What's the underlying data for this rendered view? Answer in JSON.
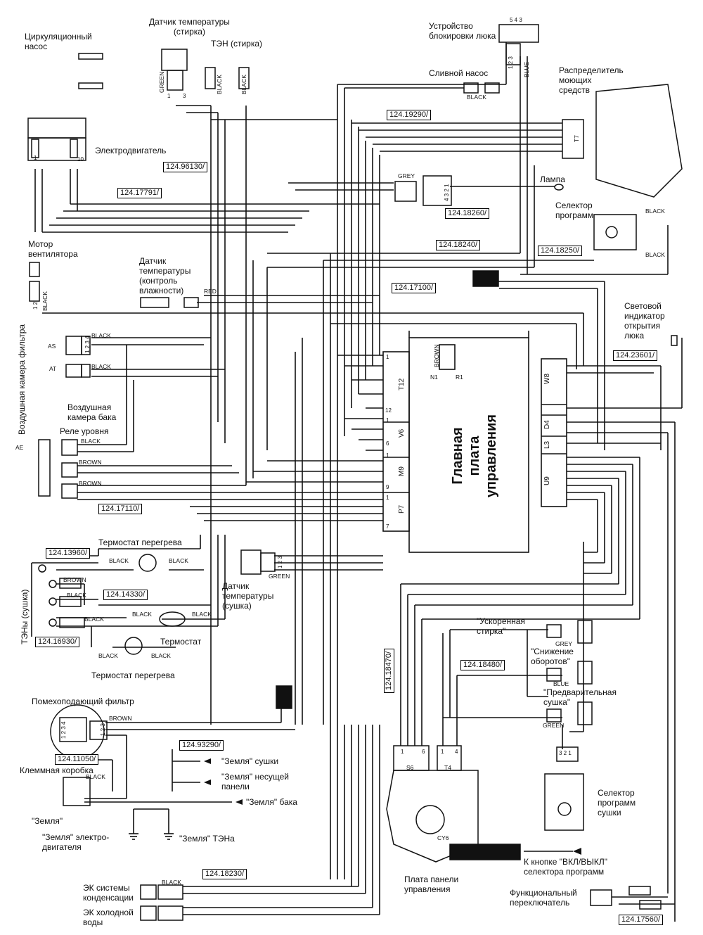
{
  "components": {
    "circ_pump": "Циркуляционный\nнасос",
    "temp_sensor_wash": "Датчик температуры\n(стирка)",
    "heater_wash": "ТЭН   (стирка)",
    "door_lock": "Устройство\nблокировки люка",
    "drain_pump": "Сливной насос",
    "detergent_dispenser": "Распределитель\nмоющих\nсредств",
    "motor": "Электродвигатель",
    "lamp": "Лампа",
    "program_selector": "Селектор\nпрограмм",
    "fan_motor": "Мотор\nвентилятора",
    "humidity_sensor": "Датчик\nтемпературы\n(контроль\nвлажности)",
    "door_indicator": "Световой\nиндикатор\nоткрытия\nлюка",
    "air_chamber_filter": "Воздушная камера фильтра",
    "air_chamber_tank": "Воздушная\nкамера бака",
    "level_relay": "Реле уровня",
    "main_board": "Главная плата\nуправления",
    "overheat_thermostat_top": "Термостат перегрева",
    "dry_temp_sensor": "Датчик\nтемпературы\n(сушка)",
    "heaters_dry": "ТЭНы (сушка)",
    "thermostat": "Термостат",
    "overheat_thermostat_bottom": "Термостат перегрева",
    "quick_wash": "\"Ускоренная\nстирка\"",
    "reduced_rpm": "\"Снижение\nоборотов\"",
    "pre_dry": "\"Предварительная\nсушка\"",
    "noise_filter": "Помехоподающий фильтр",
    "terminal_box": "Клеммная коробка",
    "ground_dry": "\"Земля\"  сушки",
    "ground_panel": "\"Земля\"  несущей\nпанели",
    "ground_tank": "\"Земля\"  бака",
    "ground": "\"Земля\"",
    "ground_motor": "\"Земля\" электро-\nдвигателя",
    "ground_heater": "\"Земля\"  ТЭНа",
    "dry_program_selector": "Селектор\nпрограмм\nсушки",
    "condensation_valve": "ЭК системы\nконденсации",
    "cold_water_valve": "ЭК холодной\nводы",
    "control_panel_board": "Плата панели\nуправления",
    "onoff_button": "К кнопке \"ВКЛ/ВЫКЛ\"\nселектора программ",
    "function_switch": "Функциональный\nпереключатель"
  },
  "codes": {
    "c19290": "124.19290/",
    "c96130": "124.96130/",
    "c17791": "124.17791/",
    "c18260": "124.18260/",
    "c18240": "124.18240/",
    "c18250": "124.18250/",
    "c17100": "124.17100/",
    "c23601": "124.23601/",
    "c17110": "124.17110/",
    "c13960": "124.13960/",
    "c14330": "124.14330/",
    "c16930": "124.16930/",
    "c18470": "124.18470/",
    "c18480": "124.18480/",
    "c93290": "124.93290/",
    "c11050": "124.11050/",
    "c18230": "124.18230/",
    "c17560": "124.17560/"
  },
  "wire_colors": {
    "green": "GREEN",
    "black": "BLACK",
    "blue": "BLUE",
    "grey": "GREY",
    "red": "RED",
    "brown": "BROWN"
  },
  "connectors": {
    "t12": "T12",
    "v6": "V6",
    "m9": "M9",
    "p7": "P7",
    "w8": "W8",
    "d4": "D4",
    "l3": "L3",
    "u9": "U9",
    "s6": "S6",
    "t4": "T4",
    "cy6": "CY6",
    "t7": "T7",
    "n1": "N1",
    "r1": "R1",
    "as": "AS",
    "at": "AT",
    "ae": "AE"
  },
  "pins": {
    "p543": "5 4 3",
    "p123": "1 2 3",
    "p4321": "4 3 2 1",
    "p321": "3 2 1",
    "p1": "1",
    "p2": "2",
    "p3": "3",
    "p4": "4",
    "p6": "6",
    "p7": "7",
    "p9": "9",
    "p10": "10",
    "p12": "12",
    "p1234": "1 2 3 4",
    "p12b": "1 2"
  }
}
